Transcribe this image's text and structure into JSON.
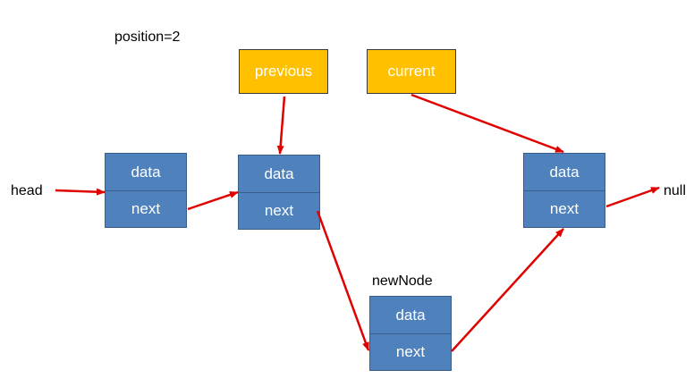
{
  "colors": {
    "node_fill": "#4f81bd",
    "pointer_fill": "#ffc000",
    "arrow": "#e00000"
  },
  "position_label": "position=2",
  "head_label": "head",
  "null_label": "null",
  "new_node_label": "newNode",
  "pointers": {
    "previous": "previous",
    "current": "current"
  },
  "nodes": {
    "node1": {
      "data": "data",
      "next": "next"
    },
    "node2": {
      "data": "data",
      "next": "next"
    },
    "node3": {
      "data": "data",
      "next": "next"
    },
    "new_node": {
      "data": "data",
      "next": "next"
    }
  }
}
